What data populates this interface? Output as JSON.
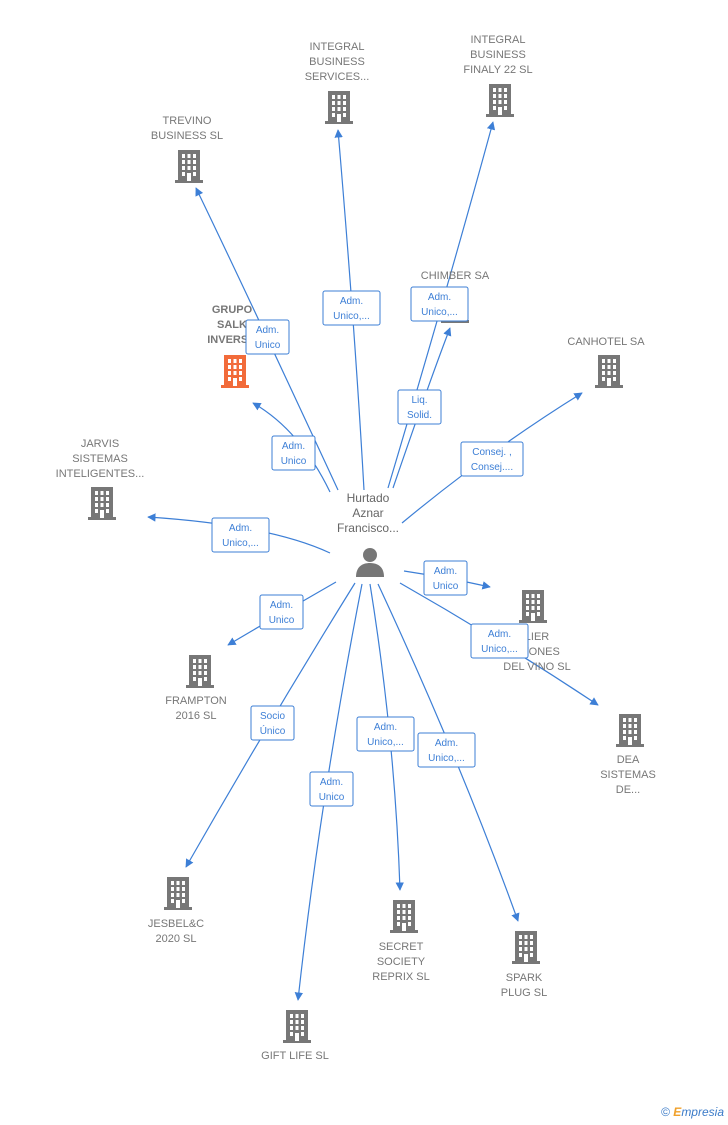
{
  "colors": {
    "edge": "#3d7fd6",
    "company": "#777777",
    "highlight_company": "#f26b3a",
    "person": "#777777",
    "text": "#777777"
  },
  "center": {
    "label": [
      "Hurtado",
      "Aznar",
      "Francisco..."
    ],
    "icon": "person-icon"
  },
  "nodes": [
    {
      "id": "integral-business-services",
      "label": [
        "INTEGRAL",
        "BUSINESS",
        "SERVICES..."
      ],
      "icon": "building-icon",
      "highlight": false
    },
    {
      "id": "integral-business-finaly",
      "label": [
        "INTEGRAL",
        "BUSINESS",
        "FINALY 22  SL"
      ],
      "icon": "building-icon",
      "highlight": false
    },
    {
      "id": "trevino-business",
      "label": [
        "TREVINO",
        "BUSINESS  SL"
      ],
      "icon": "building-icon",
      "highlight": false
    },
    {
      "id": "chimber",
      "label": [
        "CHIMBER SA"
      ],
      "icon": "building-icon",
      "highlight": false
    },
    {
      "id": "grupo-salk",
      "label": [
        "GRUPO",
        "SALK",
        "INVERSO"
      ],
      "icon": "building-icon",
      "highlight": true
    },
    {
      "id": "canhotel",
      "label": [
        "CANHOTEL SA"
      ],
      "icon": "building-icon",
      "highlight": false
    },
    {
      "id": "jarvis",
      "label": [
        "JARVIS",
        "SISTEMAS",
        "INTELIGENTES..."
      ],
      "icon": "building-icon",
      "highlight": false
    },
    {
      "id": "lier-utones",
      "label": [
        "LIER",
        "UTONES",
        "DEL VINO  SL"
      ],
      "icon": "building-icon",
      "highlight": false
    },
    {
      "id": "frampton",
      "label": [
        "FRAMPTON",
        "2016  SL"
      ],
      "icon": "building-icon",
      "highlight": false
    },
    {
      "id": "dea-sistemas",
      "label": [
        "DEA",
        "SISTEMAS",
        "DE..."
      ],
      "icon": "building-icon",
      "highlight": false
    },
    {
      "id": "jesbel",
      "label": [
        "JESBEL&C",
        "2020  SL"
      ],
      "icon": "building-icon",
      "highlight": false
    },
    {
      "id": "secret-society",
      "label": [
        "SECRET",
        "SOCIETY",
        "REPRIX  SL"
      ],
      "icon": "building-icon",
      "highlight": false
    },
    {
      "id": "spark-plug",
      "label": [
        "SPARK",
        "PLUG  SL"
      ],
      "icon": "building-icon",
      "highlight": false
    },
    {
      "id": "gift-life",
      "label": [
        "GIFT LIFE SL"
      ],
      "icon": "building-icon",
      "highlight": false
    }
  ],
  "edges": [
    {
      "to": "integral-business-services",
      "label": [
        "Adm.",
        "Unico,..."
      ]
    },
    {
      "to": "integral-business-finaly",
      "label": [
        "Adm.",
        "Unico,..."
      ]
    },
    {
      "to": "trevino-business",
      "label": [
        "Adm.",
        "Unico"
      ]
    },
    {
      "to": "chimber",
      "label": [
        "Liq.",
        "Solid."
      ]
    },
    {
      "to": "grupo-salk",
      "label": [
        "Adm.",
        "Unico"
      ]
    },
    {
      "to": "canhotel",
      "label": [
        "Consej. ,",
        "Consej...."
      ]
    },
    {
      "to": "jarvis",
      "label": [
        "Adm.",
        "Unico,..."
      ]
    },
    {
      "to": "lier-utones",
      "label": [
        "Adm.",
        "Unico"
      ]
    },
    {
      "to": "frampton",
      "label": [
        "Adm.",
        "Unico"
      ]
    },
    {
      "to": "dea-sistemas",
      "label": [
        "Adm.",
        "Unico,..."
      ]
    },
    {
      "to": "jesbel",
      "label": [
        "Socio",
        "Único"
      ]
    },
    {
      "to": "secret-society",
      "label": [
        "Adm.",
        "Unico,..."
      ]
    },
    {
      "to": "spark-plug",
      "label": [
        "Adm.",
        "Unico,..."
      ]
    },
    {
      "to": "gift-life",
      "label": [
        "Adm.",
        "Unico"
      ]
    }
  ],
  "watermark": {
    "copyright": "©",
    "brand_initial": "E",
    "brand_rest": "mpresia"
  }
}
